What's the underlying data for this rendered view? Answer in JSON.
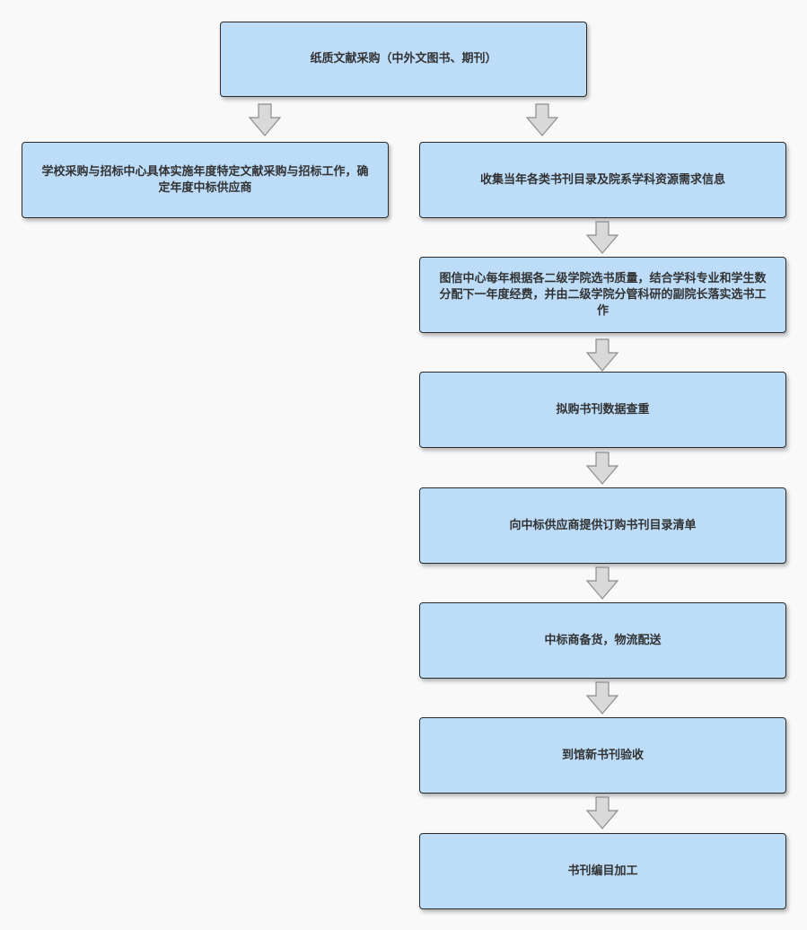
{
  "nodes": {
    "top": "纸质文献采购（中外文图书、期刊）",
    "left": "学校采购与招标中心具体实施年度特定文献采购与招标工作，确定年度中标供应商",
    "collect": "收集当年各类书刊目录及院系学科资源需求信息",
    "allocate": "图信中心每年根据各二级学院选书质量，结合学科专业和学生数分配下一年度经费，并由二级学院分管科研的副院长落实选书工作",
    "dedupe": "拟购书刊数据查重",
    "submit_list": "向中标供应商提供订购书刊目录清单",
    "delivery": "中标商备货，物流配送",
    "acceptance": "到馆新书刊验收",
    "cataloging": "书刊编目加工"
  }
}
